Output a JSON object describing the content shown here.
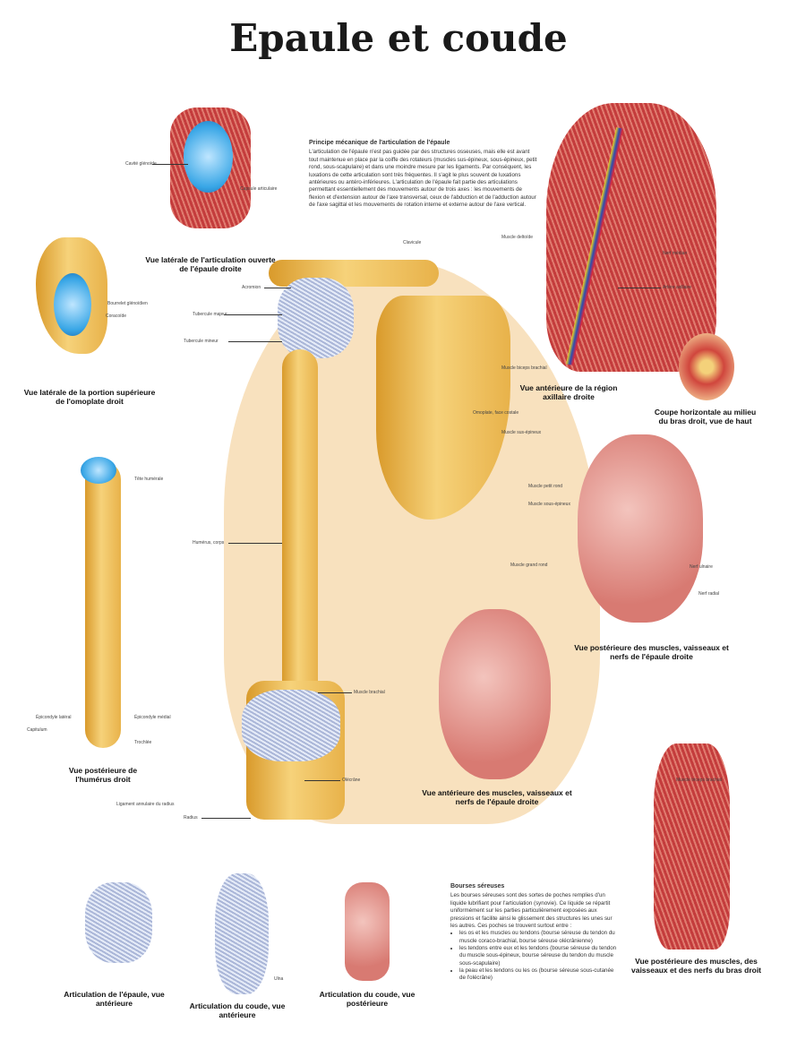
{
  "title": "Epaule et coude",
  "captions": {
    "fig1": "Vue latérale de l'articulation ouverte de l'épaule droite",
    "fig2": "Vue latérale de la portion supérieure de l'omoplate droit",
    "fig3": "Vue antérieure de la région axillaire droite",
    "fig4": "Coupe horizontale au milieu du bras droit, vue de haut",
    "fig5": "Vue postérieure de l'humérus droit",
    "fig6": "Vue postérieure des muscles, vaisseaux et nerfs de l'épaule droite",
    "fig7": "Vue antérieure des muscles, vaisseaux et nerfs de l'épaule droite",
    "fig8": "Vue postérieure des muscles, des vaisseaux et des nerfs du bras droit",
    "fig9": "Articulation de l'épaule, vue antérieure",
    "fig10": "Articulation du coude, vue antérieure",
    "fig11": "Articulation du coude, vue postérieure"
  },
  "text1": {
    "heading": "Principe mécanique de l'articulation de l'épaule",
    "body": "L'articulation de l'épaule n'est pas guidée par des structures osseuses, mais elle est avant tout maintenue en place par la coiffe des rotateurs (muscles sus-épineux, sous-épineux, petit rond, sous-scapulaire) et dans une moindre mesure par les ligaments. Par conséquent, les luxations de cette articulation sont très fréquentes. Il s'agit le plus souvent de luxations antérieures ou antéro-inférieures. L'articulation de l'épaule fait partie des articulations permettant essentiellement des mouvements autour de trois axes : les mouvements de flexion et d'extension autour de l'axe transversal, ceux de l'abduction et de l'adduction autour de l'axe sagittal et les mouvements de rotation interne et externe autour de l'axe vertical."
  },
  "text2": {
    "heading": "Bourses séreuses",
    "body": "Les bourses séreuses sont des sortes de poches remplies d'un liquide lubrifiant pour l'articulation (synovie). Ce liquide se répartit uniformément sur les parties particulièrement exposées aux pressions et facilite ainsi le glissement des structures les unes sur les autres. Ces poches se trouvent surtout entre :",
    "bullets": [
      "les os et les muscles ou tendons (bourse séreuse du tendon du muscle coraco-brachial, bourse séreuse olécrânienne)",
      "les tendons entre eux et les tendons (bourse séreuse du tendon du muscle sous-épineux, bourse séreuse du tendon du muscle sous-scapulaire)",
      "la peau et les tendons ou les os (bourse séreuse sous-cutanée de l'olécrâne)"
    ]
  },
  "labels": [
    "Acromion",
    "Clavicule",
    "Cavité glénoïde",
    "Coracoïde",
    "Bourrelet glénoïdien",
    "Tête humérale",
    "Tubercule majeur",
    "Tubercule mineur",
    "Muscle deltoïde",
    "Muscle biceps brachial",
    "Muscle triceps brachial",
    "Artère axillaire",
    "Nerf médian",
    "Nerf radial",
    "Nerf ulnaire",
    "Humérus, corps",
    "Épicondyle latéral",
    "Épicondyle médial",
    "Trochlée",
    "Capitulum",
    "Olécrâne",
    "Radius",
    "Ulna",
    "Ligament annulaire du radius",
    "Muscle grand rond",
    "Muscle petit rond",
    "Muscle sus-épineux",
    "Muscle sous-épineux",
    "Omoplate, face costale",
    "Muscle brachial",
    "Capsule articulaire"
  ]
}
